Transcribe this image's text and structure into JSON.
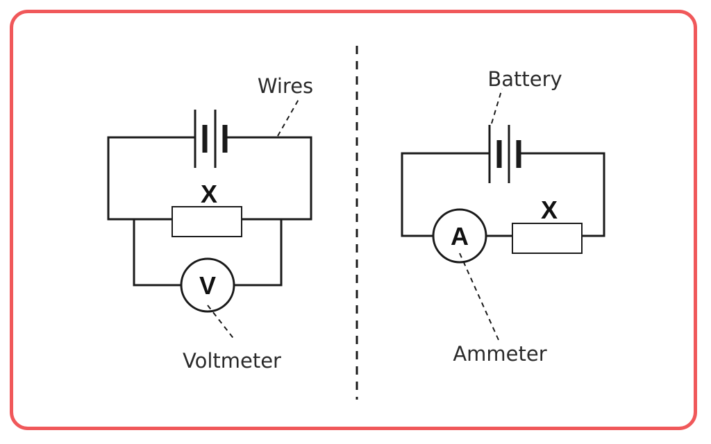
{
  "left_circuit": {
    "wires_label": "Wires",
    "component_label": "X",
    "voltmeter_symbol": "V",
    "voltmeter_label": "Voltmeter"
  },
  "right_circuit": {
    "battery_label": "Battery",
    "component_label": "X",
    "ammeter_symbol": "A",
    "ammeter_label": "Ammeter"
  },
  "colors": {
    "frame_border": "#f0585a",
    "line": "#1a1a1a"
  }
}
